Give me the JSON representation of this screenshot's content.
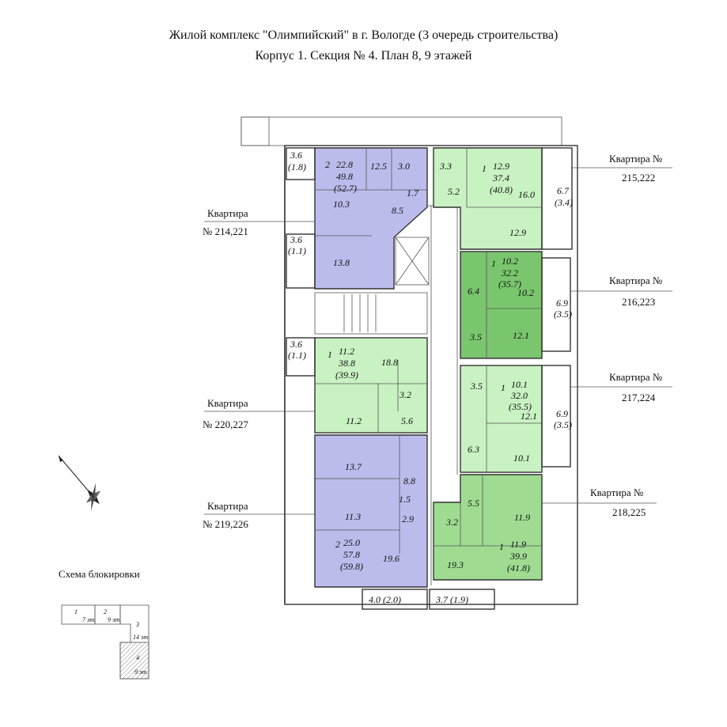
{
  "title_line1": "Жилой комплекс \"Олимпийский\" в г. Вологде (3 очередь строительства)",
  "title_line2": "Корпус 1. Секция № 4. План 8, 9 этажей",
  "colors": {
    "purple": "#bcbcec",
    "light_green": "#c9f2c2",
    "dark_green": "#7ac66e",
    "mid_green": "#9fdc92"
  },
  "apartment_labels": {
    "apt_214": [
      "Квартира",
      "№ 214,221"
    ],
    "apt_215": [
      "Квартира №",
      "215,222"
    ],
    "apt_216": [
      "Квартира №",
      "216,223"
    ],
    "apt_217": [
      "Квартира №",
      "217,224"
    ],
    "apt_218": [
      "Квартира №",
      "218,225"
    ],
    "apt_219": [
      "Квартира",
      "№ 219,226"
    ],
    "apt_220": [
      "Квартира",
      "№ 220,227"
    ]
  },
  "rooms": {
    "a214": {
      "rooms": "2",
      "living": "22.8",
      "total": "49.8",
      "total_b": "(52.7)",
      "r1": "12.5",
      "r2": "3.0",
      "r3": "1.7",
      "r4": "10.3",
      "r5": "8.5",
      "r6": "13.8",
      "balc1": "3.6",
      "balc1b": "(1.8)",
      "balc2": "3.6",
      "balc2b": "(1.1)"
    },
    "a215": {
      "rooms": "1",
      "living": "12.9",
      "total": "37.4",
      "total_b": "(40.8)",
      "r1": "3.3",
      "r2": "5.2",
      "r3": "16.0",
      "r4": "12.9",
      "balc": "6.7",
      "balcb": "(3.4)"
    },
    "a216": {
      "rooms": "1",
      "living": "10.2",
      "total": "32.2",
      "total_b": "(35.7)",
      "r1": "6.4",
      "r2": "10.2",
      "r3": "3.5",
      "r4": "12.1",
      "balc": "6.9",
      "balcb": "(3.5)"
    },
    "a217": {
      "rooms": "1",
      "living": "10.1",
      "total": "32.0",
      "total_b": "(35.5)",
      "r1": "3.5",
      "r2": "12.1",
      "r3": "6.3",
      "r4": "10.1",
      "balc": "6.9",
      "balcb": "(3.5)"
    },
    "a218": {
      "rooms": "1",
      "living": "11.9",
      "total": "39.9",
      "total_b": "(41.8)",
      "r1": "5.5",
      "r2": "11.9",
      "r3": "3.2",
      "r4": "19.3",
      "balc": "3.7 (1.9)"
    },
    "a219": {
      "rooms": "2",
      "living": "25.0",
      "total": "57.8",
      "total_b": "(59.8)",
      "r1": "13.7",
      "r2": "8.8",
      "r3": "1.5",
      "r4": "11.3",
      "r5": "2.9",
      "r6": "19.6",
      "balc": "4.0 (2.0)"
    },
    "a220": {
      "rooms": "1",
      "living": "11.2",
      "total": "38.8",
      "total_b": "(39.9)",
      "r1": "18.8",
      "r2": "3.2",
      "r3": "11.2",
      "r4": "5.6",
      "balc": "3.6",
      "balcb": "(1.1)"
    }
  },
  "scheme": {
    "title": "Схема блокировки",
    "sections": [
      "1",
      "2",
      "3",
      "4"
    ],
    "notes": [
      "7 эт.",
      "9 эт.",
      "14 эт.",
      "9 эт."
    ]
  }
}
